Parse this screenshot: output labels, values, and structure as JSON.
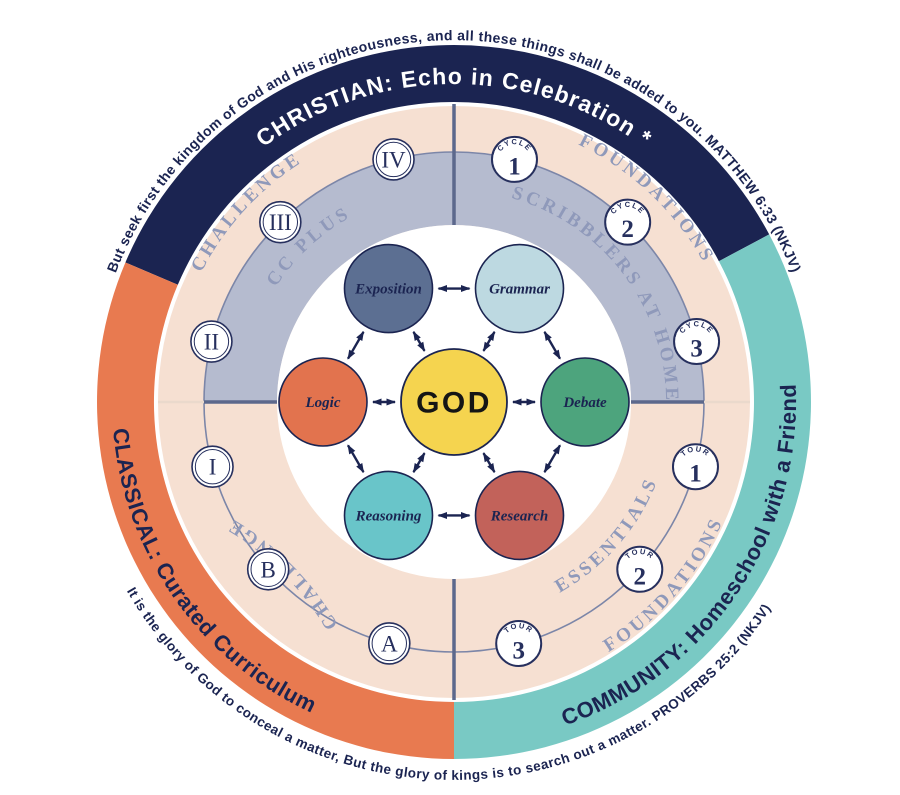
{
  "palette": {
    "navy": "#1B2451",
    "orange": "#E87A50",
    "teal": "#79C9C4",
    "peach": "#F6E0D2",
    "slate_band": "#B5BBCF",
    "ring_label_blue": "#8F99BA",
    "badge_navy": "#27305E",
    "divider": "#5C688C",
    "god_yellow": "#F5D44F",
    "white": "#FFFFFF"
  },
  "quotes": {
    "top": "But seek first the kingdom of God and His righteousness, and all these things shall be added to you. MATTHEW 6:33 (NKJV)",
    "bottom": "It is the glory of God to conceal a matter, But the glory of kings is to search out a matter. PROVERBS 25:2 (NKJV)"
  },
  "outer_ring": {
    "sectors": [
      {
        "name": "christian",
        "label": "CHRISTIAN: Echo in Celebration *",
        "color": "#1B2451"
      },
      {
        "name": "classical",
        "label": "CLASSICAL: Curated Curriculum",
        "color": "#E87A50"
      },
      {
        "name": "community",
        "label": "COMMUNITY: Homeschool with a Friend",
        "color": "#79C9C4"
      }
    ]
  },
  "ring_labels": {
    "challenge_top": "CHALLENGE",
    "foundations_top": "FOUNDATIONS",
    "cc_plus": "CC PLUS",
    "scribblers": "SCRIBBLERS AT HOME",
    "essentials": "ESSENTIALS",
    "foundations_bottom": "FOUNDATIONS",
    "challenge_bottom": "CHALLENGE"
  },
  "badges": {
    "challenge_badges": [
      {
        "label": "IV"
      },
      {
        "label": "III"
      },
      {
        "label": "II"
      },
      {
        "label": "I"
      },
      {
        "label": "B"
      },
      {
        "label": "A"
      }
    ],
    "program_badges": [
      {
        "prefix": "CYCLE",
        "number": "1"
      },
      {
        "prefix": "CYCLE",
        "number": "2"
      },
      {
        "prefix": "CYCLE",
        "number": "3"
      },
      {
        "prefix": "TOUR",
        "number": "1"
      },
      {
        "prefix": "TOUR",
        "number": "2"
      },
      {
        "prefix": "TOUR",
        "number": "3"
      }
    ]
  },
  "center": {
    "god_label": "GOD",
    "subjects": [
      {
        "label": "Exposition",
        "color": "#5C6F92"
      },
      {
        "label": "Grammar",
        "color": "#BDD9E1"
      },
      {
        "label": "Logic",
        "color": "#E2734E"
      },
      {
        "label": "Debate",
        "color": "#4DA47D"
      },
      {
        "label": "Reasoning",
        "color": "#69C5C9"
      },
      {
        "label": "Research",
        "color": "#C2625A"
      }
    ]
  }
}
